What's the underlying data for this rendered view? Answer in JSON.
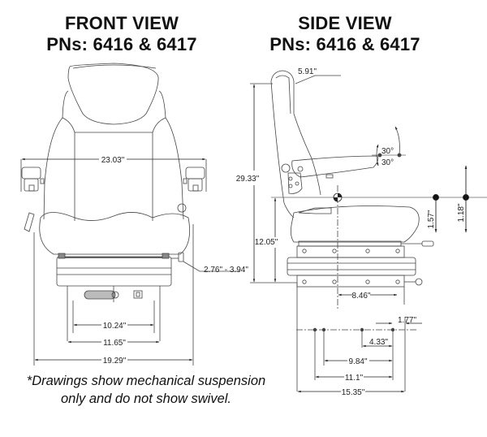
{
  "front_view": {
    "title_line1": "FRONT VIEW",
    "title_line2": "PNs: 6416 & 6417",
    "dimensions": {
      "armrest_width": "23.03\"",
      "height_adjust_range": "2.76\" - 3.94\"",
      "base_inner_width": "10.24\"",
      "base_outer_width": "11.65\"",
      "overall_width": "19.29\""
    }
  },
  "side_view": {
    "title_line1": "SIDE VIEW",
    "title_line2": "PNs: 6416 & 6417",
    "dimensions": {
      "headrest_depth": "5.91\"",
      "overall_height": "29.33\"",
      "seat_height": "12.05\"",
      "armrest_angle_up": "30°",
      "armrest_angle_down": "30°",
      "suspension_travel_a": "1.57\"",
      "suspension_travel_b": "1.18\"",
      "base_offset": "8.46\"",
      "mount_offset_right": "1.77\"",
      "mount_spacing_a": "4.33\"",
      "mount_spacing_b": "9.84\"",
      "mount_spacing_c": "11.1\"",
      "overall_depth": "15.35\""
    }
  },
  "footnote": {
    "line1": "*Drawings show mechanical suspension",
    "line2": "only and do not show swivel."
  }
}
